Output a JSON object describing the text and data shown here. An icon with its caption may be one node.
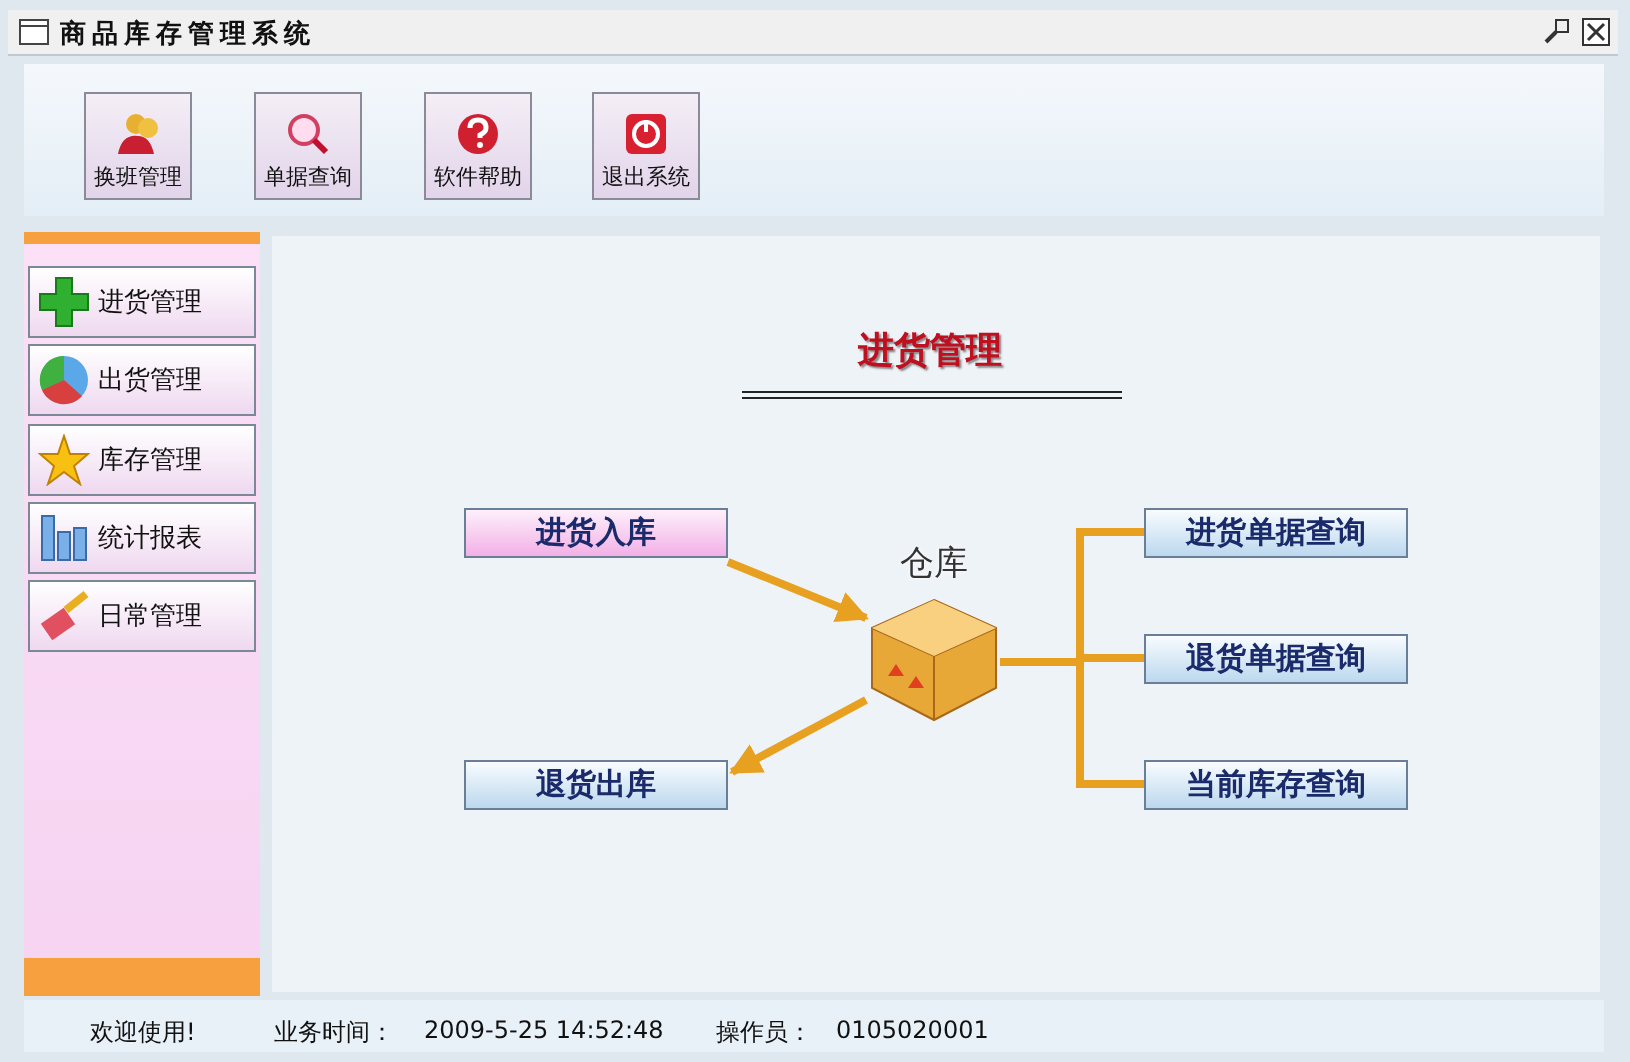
{
  "diagram": {
    "title": "商品库存管理系统",
    "nodes": [
      {
        "text": [
          "进货入库"
        ]
      },
      {
        "text": [
          "仓库"
        ]
      },
      {
        "text": [
          "退货出库"
        ]
      },
      {
        "text": [
          "进货单据查询"
        ]
      },
      {
        "text": [
          "退货单据查询"
        ]
      },
      {
        "text": [
          "当前库存查询"
        ]
      }
    ],
    "edges": [
      {
        "from": 0,
        "to": 1,
        "arrow": "to"
      },
      {
        "from": 1,
        "to": 2,
        "arrow": "to"
      },
      {
        "from": 1,
        "to": 3,
        "arrow": "none"
      },
      {
        "from": 1,
        "to": 4,
        "arrow": "none"
      },
      {
        "from": 1,
        "to": 5,
        "arrow": "none"
      }
    ],
    "labels": [
      "换班管理",
      "单据查询",
      "软件帮助",
      "退出系统",
      "进货管理",
      "出货管理",
      "库存管理",
      "统计报表",
      "日常管理",
      "进货管理",
      "欢迎使用!",
      "业务时间：",
      "2009-5-25 14:52:48",
      "操作员：",
      "0105020001"
    ]
  }
}
